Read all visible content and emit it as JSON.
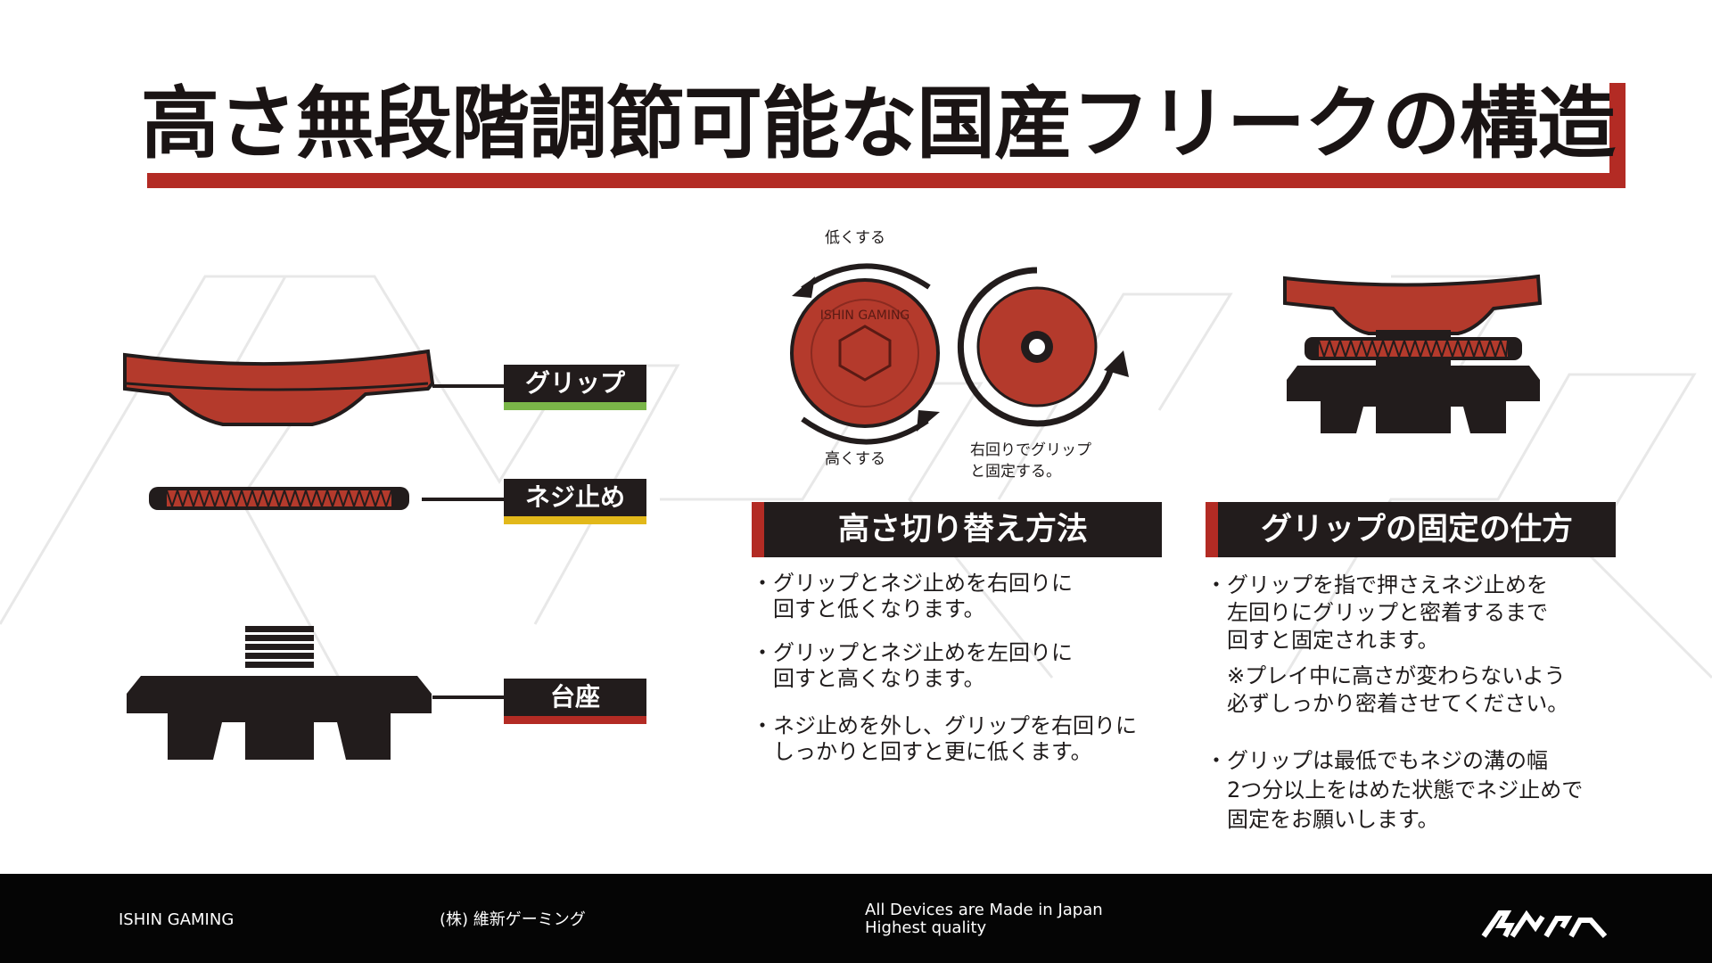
{
  "title": "高さ無段階調節可能な国産フリークの構造",
  "parts": [
    {
      "label": "グリップ",
      "bar_color": "#7ab648"
    },
    {
      "label": "ネジ止め",
      "bar_color": "#e2b81a"
    },
    {
      "label": "台座",
      "bar_color": "#b32b24"
    }
  ],
  "dial": {
    "lower_label": "低くする",
    "higher_label": "高くする",
    "fix_caption_line1": "右回りでグリップ",
    "fix_caption_line2": "と固定する。",
    "engraving": "ISHIN GAMING"
  },
  "sections": {
    "height": {
      "header": "高さ切り替え方法",
      "bullets": [
        {
          "line1": "・グリップとネジ止めを右回りに",
          "line2": "　回すと低くなります。"
        },
        {
          "line1": "・グリップとネジ止めを左回りに",
          "line2": "　回すと高くなります。"
        },
        {
          "line1": "・ネジ止めを外し、グリップを右回りに",
          "line2": "　しっかりと回すと更に低くます。"
        }
      ]
    },
    "fixing": {
      "header": "グリップの固定の仕方",
      "bullets": [
        {
          "line1": "・グリップを指で押さえネジ止めを",
          "line2": "　左回りにグリップと密着するまで",
          "line3": "　回すと固定されます。",
          "line4": "　※プレイ中に高さが変わらないよう",
          "line5": "　必ずしっかり密着させてください。"
        },
        {
          "line1": "・グリップは最低でもネジの溝の幅",
          "line2": "　2つ分以上をはめた状態でネジ止めで",
          "line3": "　固定をお願いします。"
        }
      ]
    }
  },
  "footer": {
    "brand": "ISHIN GAMING",
    "company": "(株) 維新ゲーミング",
    "made_line1": "All Devices are Made in Japan",
    "made_line2": "Highest quality",
    "logo": "ishin-logo"
  },
  "colors": {
    "accent": "#b32b24",
    "dark": "#221c1c",
    "grip": "#b43a2c",
    "green": "#7ab648",
    "yellow": "#e2b81a"
  }
}
